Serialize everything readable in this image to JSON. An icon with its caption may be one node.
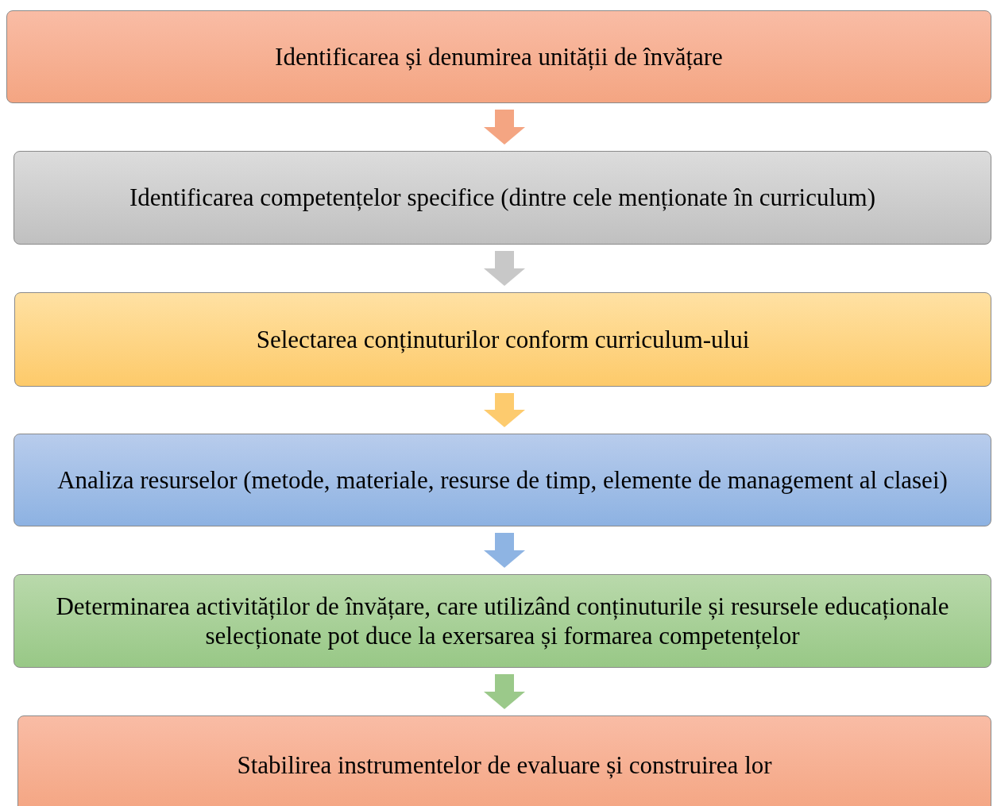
{
  "diagram": {
    "nodes": [
      {
        "text": [
          "Identificarea și denumirea unității de învățare"
        ]
      },
      {
        "text": [
          "Identificarea competențelor specifice (dintre cele menționate în curriculum)"
        ]
      },
      {
        "text": [
          "Selectarea conținuturilor conform curriculum-ului"
        ]
      },
      {
        "text": [
          "Analiza resurselor (metode, materiale, resurse de timp, elemente de management al clasei)"
        ]
      },
      {
        "text": [
          "Determinarea activităților de învățare, care utilizând conținuturile și resursele educaționale selecționate pot duce la exersarea și formarea competențelor"
        ]
      },
      {
        "text": [
          "Stabilirea instrumentelor de evaluare și construirea lor"
        ]
      }
    ],
    "edges": [
      {
        "from": 0,
        "to": 1,
        "arrow": "to",
        "color": "#f4a582"
      },
      {
        "from": 1,
        "to": 2,
        "arrow": "to",
        "color": "#c8c8c8"
      },
      {
        "from": 2,
        "to": 3,
        "arrow": "to",
        "color": "#fdcb6e"
      },
      {
        "from": 3,
        "to": 4,
        "arrow": "to",
        "color": "#8eb4e3"
      },
      {
        "from": 4,
        "to": 5,
        "arrow": "to",
        "color": "#9bc98a"
      }
    ]
  }
}
